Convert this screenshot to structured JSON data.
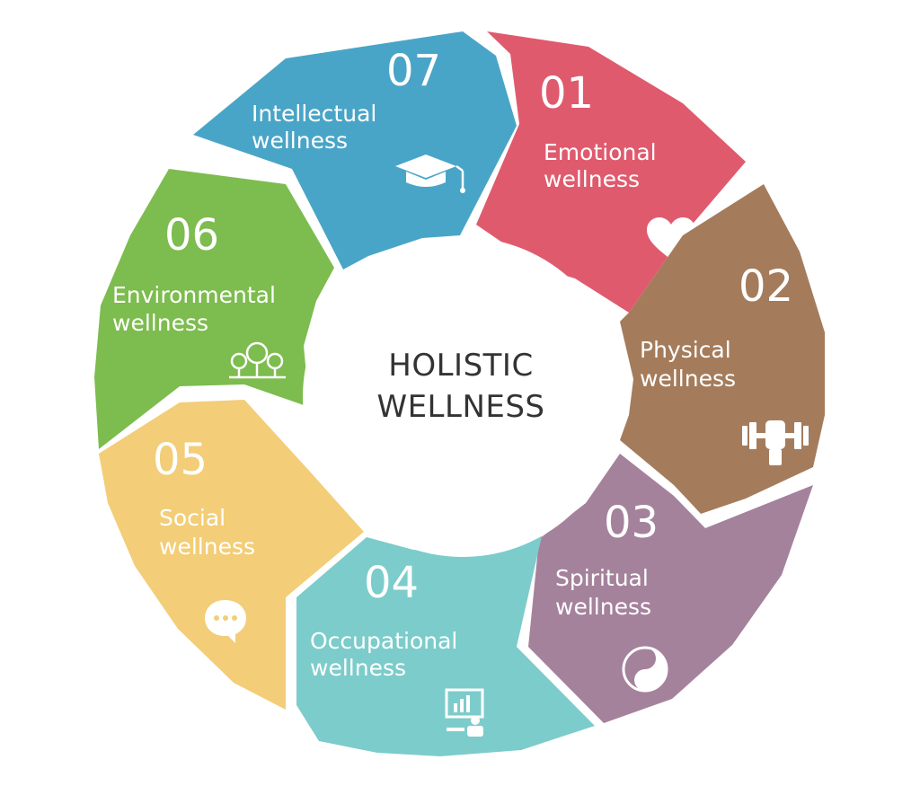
{
  "center": {
    "line1": "HOLISTIC",
    "line2": "WELLNESS"
  },
  "segments": [
    {
      "number": "01",
      "line1": "Emotional",
      "line2": "wellness",
      "color": "#E05A6E",
      "icon": "heart-icon"
    },
    {
      "number": "02",
      "line1": "Physical",
      "line2": "wellness",
      "color": "#A47C5C",
      "icon": "dumbbell-fist-icon"
    },
    {
      "number": "03",
      "line1": "Spiritual",
      "line2": "wellness",
      "color": "#A5829B",
      "icon": "yin-yang-icon"
    },
    {
      "number": "04",
      "line1": "Occupational",
      "line2": "wellness",
      "color": "#7CCCCB",
      "icon": "presentation-board-icon"
    },
    {
      "number": "05",
      "line1": "Social",
      "line2": "wellness",
      "color": "#F3CD77",
      "icon": "speech-bubble-icon"
    },
    {
      "number": "06",
      "line1": "Environmental",
      "line2": "wellness",
      "color": "#7DBC4F",
      "icon": "trees-icon"
    },
    {
      "number": "07",
      "line1": "Intellectual",
      "line2": "wellness",
      "color": "#49A5C7",
      "icon": "graduation-cap-icon"
    }
  ]
}
